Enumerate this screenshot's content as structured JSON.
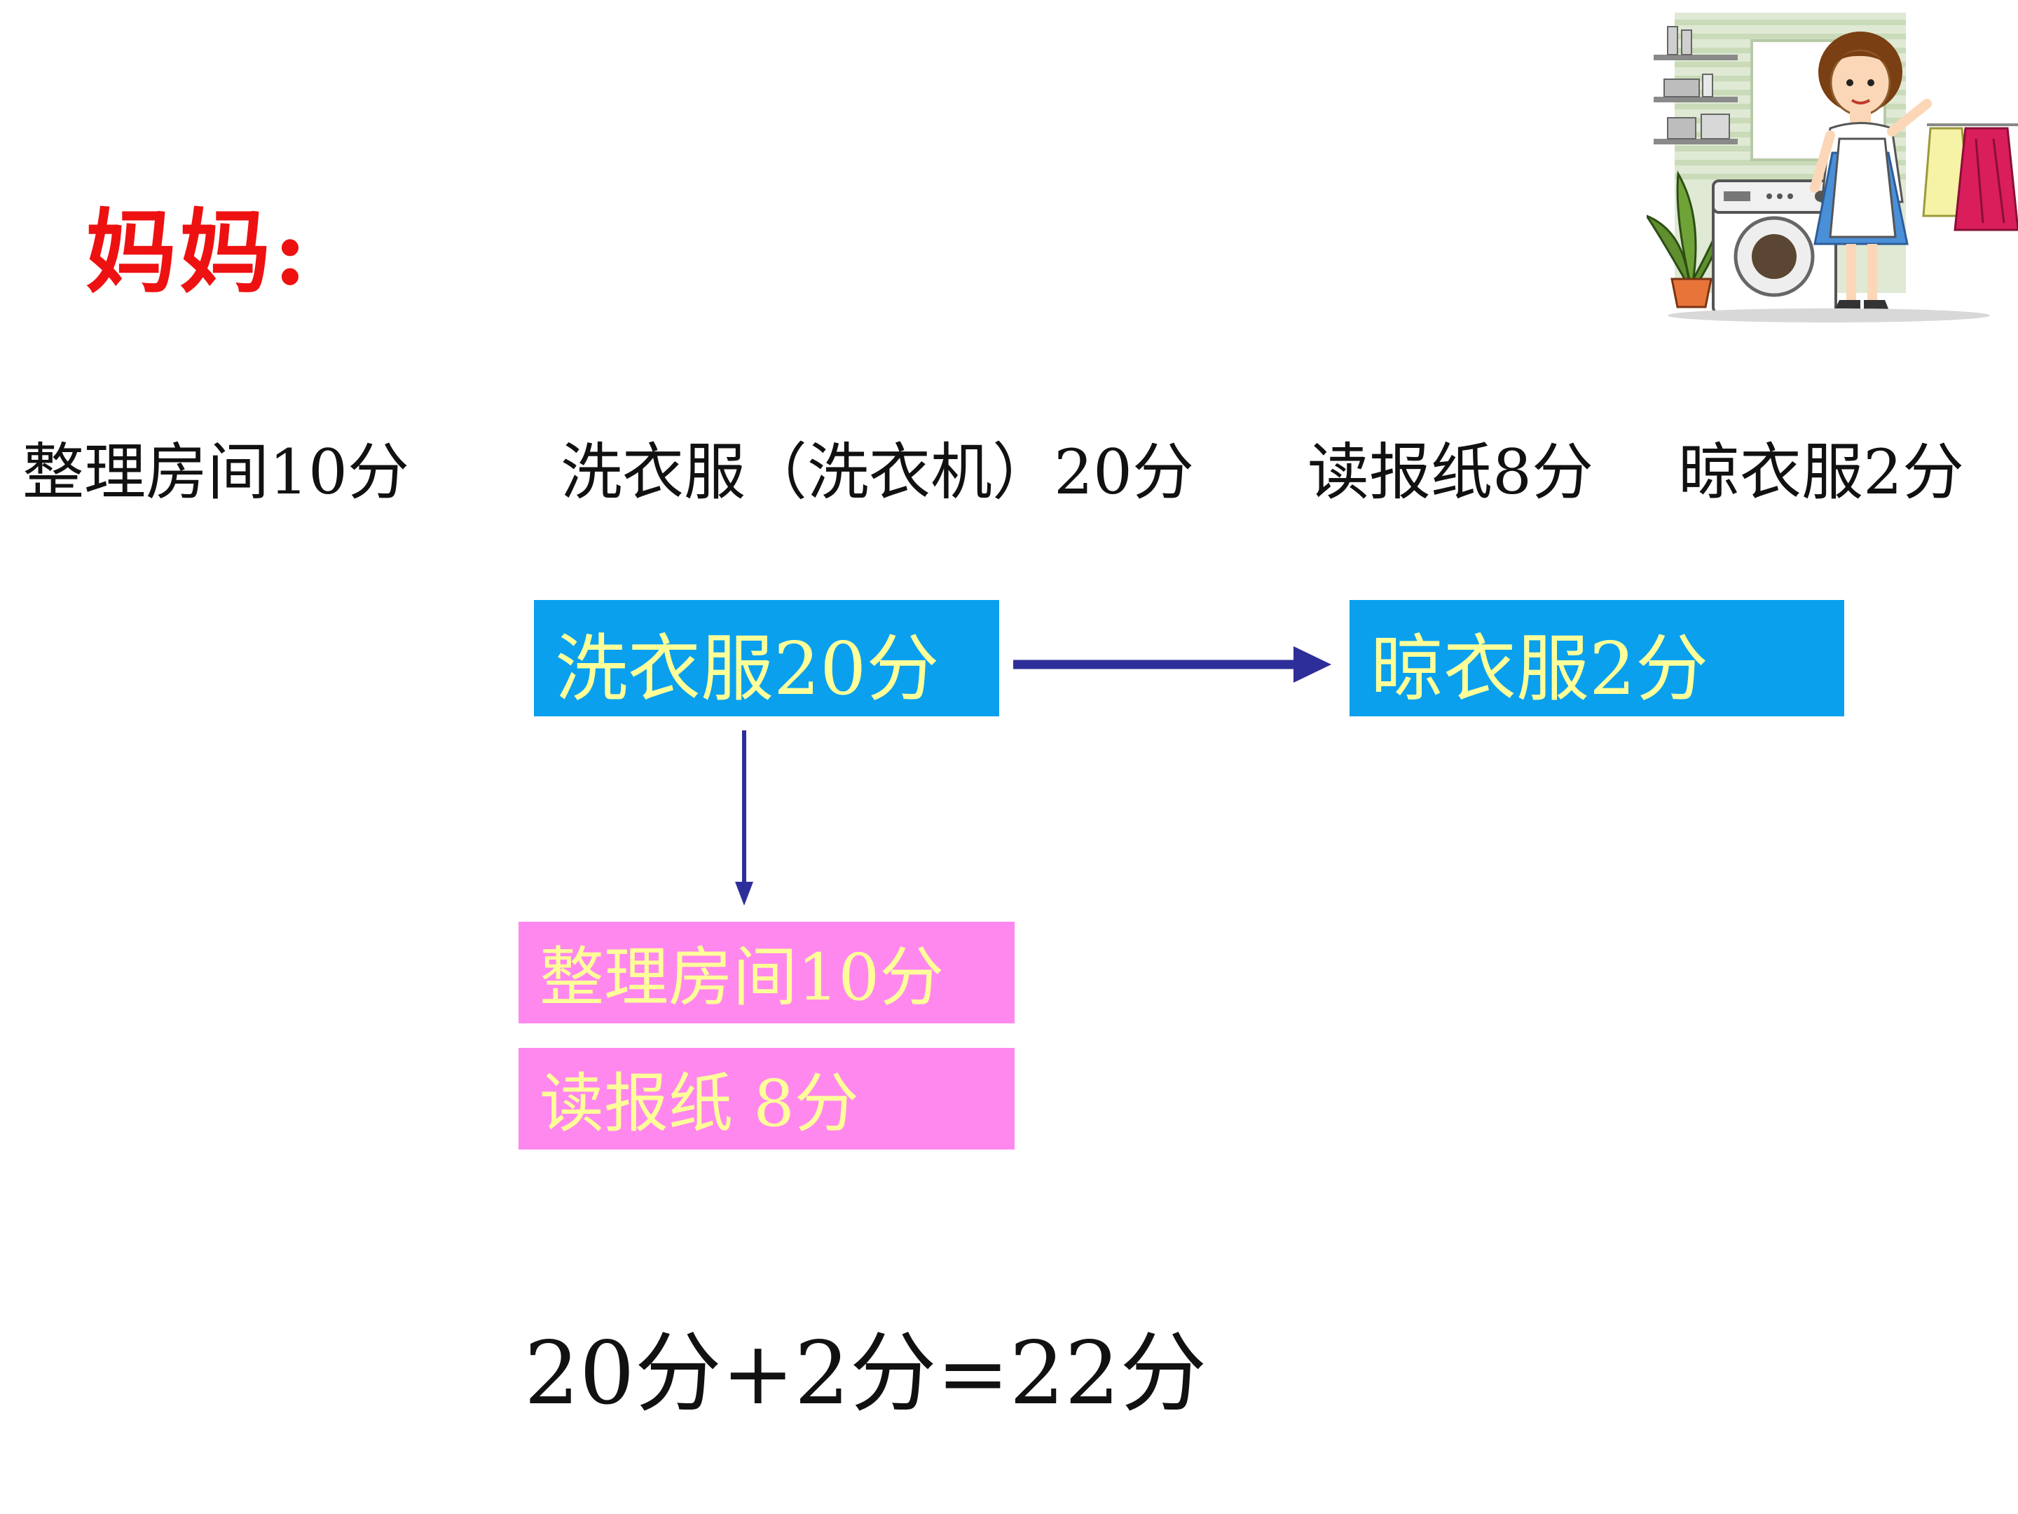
{
  "title": "妈妈:",
  "tasks": [
    "整理房间10分",
    "洗衣服（洗衣机）20分",
    "读报纸8分",
    "晾衣服2分"
  ],
  "flow": {
    "wash_box": "洗衣服20分",
    "dry_box": "晾衣服2分",
    "parallel_tasks": [
      "整理房间10分",
      "读报纸     8分"
    ]
  },
  "equation": "20分+2分=22分",
  "colors": {
    "title": "#ee1111",
    "blue_box": "#0aa0ee",
    "pink_box": "#ff88ee",
    "box_text": "#ffff99",
    "arrow": "#2e2e9a"
  },
  "illustration": "mother-doing-laundry-illustration"
}
